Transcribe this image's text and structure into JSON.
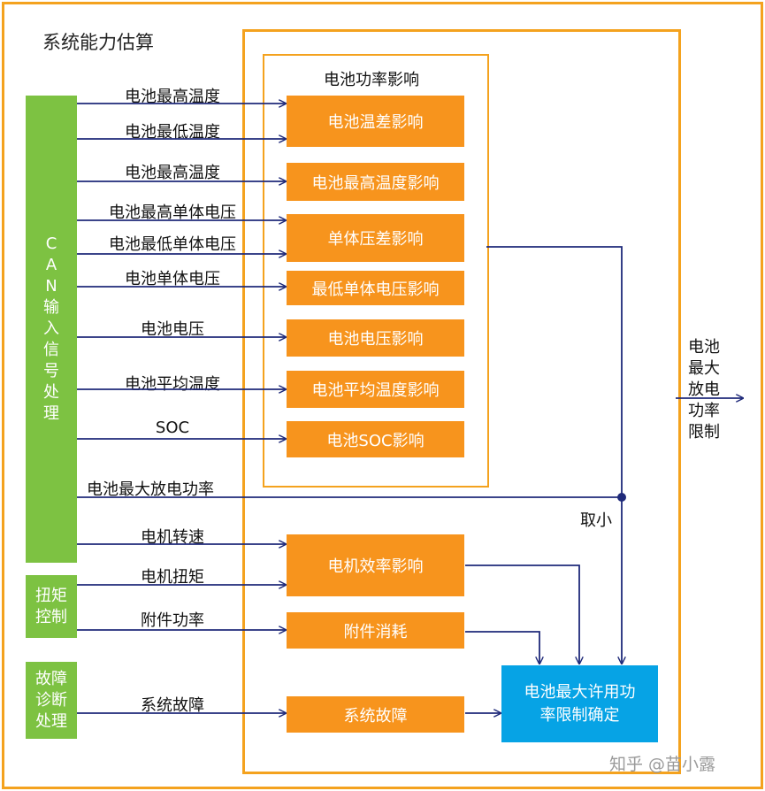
{
  "title": "系统能力估算",
  "group_title": "电池功率影响",
  "left_blocks": {
    "can": "CAN输入信号处理",
    "torque": "扭矩控制",
    "fault": "故障诊断处理"
  },
  "signals": {
    "s1": "电池最高温度",
    "s2": "电池最低温度",
    "s3": "电池最高温度",
    "s4": "电池最高单体电压",
    "s5": "电池最低单体电压",
    "s6": "电池单体电压",
    "s7": "电池电压",
    "s8": "电池平均温度",
    "s9": "SOC",
    "s10": "电池最大放电功率",
    "s11": "电机转速",
    "s12": "电机扭矩",
    "s13": "附件功率",
    "s14": "系统故障"
  },
  "blocks": {
    "b1": "电池温差影响",
    "b2": "电池最高温度影响",
    "b3": "单体压差影响",
    "b4": "最低单体电压影响",
    "b5": "电池电压影响",
    "b6": "电池平均温度影响",
    "b7": "电池SOC影响",
    "b8": "电机效率影响",
    "b9": "附件消耗",
    "b10": "系统故障"
  },
  "final_block": "电池最大许用功率限制确定",
  "min_label": "取小",
  "output_label": "电池最大放电功率限制",
  "watermark": "知乎 @苗小露",
  "colors": {
    "orange": "#F7941D",
    "frame": "#F4A21E",
    "green": "#7DC242",
    "blue": "#06A3E5",
    "arrow": "#1F2A7A"
  }
}
